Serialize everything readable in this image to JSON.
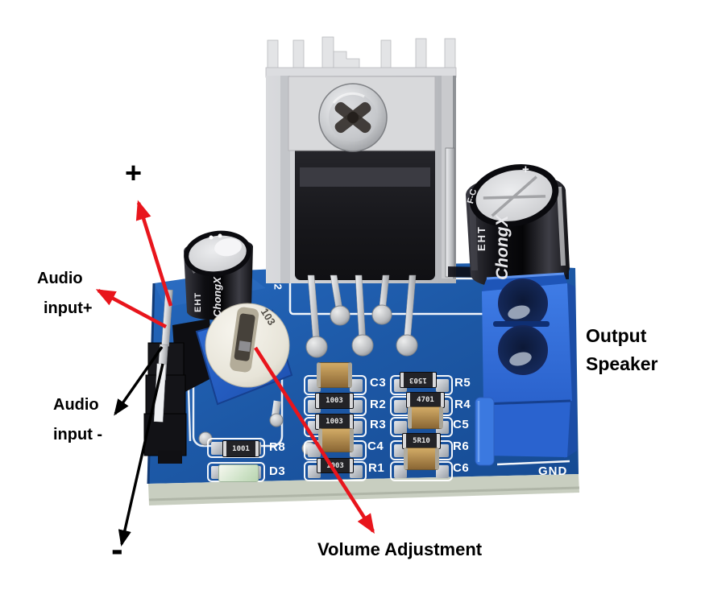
{
  "annotations": {
    "power_plus": "+",
    "power_minus": "-",
    "audio_input_plus": {
      "line1": "Audio",
      "line2": "input+"
    },
    "audio_input_minus": {
      "line1": "Audio",
      "line2": "input -"
    },
    "volume_adjustment": "Volume Adjustment",
    "output_speaker": {
      "line1": "Output",
      "line2": "Speaker"
    }
  },
  "board": {
    "gnd_label": "GND",
    "pin_row_marker": "2",
    "smd_left": [
      {
        "label": "C3"
      },
      {
        "label": "R2",
        "code": "1003"
      },
      {
        "label": "R3",
        "code": "1003"
      },
      {
        "label": "C4"
      },
      {
        "label": "R1",
        "code": "1003"
      }
    ],
    "smd_right": [
      {
        "label": "R5",
        "code": "1503"
      },
      {
        "label": "R4",
        "code": "4701"
      },
      {
        "label": "C5"
      },
      {
        "label": "R6",
        "code": "5R10"
      },
      {
        "label": "C6"
      }
    ],
    "r8": {
      "label": "R8",
      "code": "1001"
    },
    "d3": {
      "label": "D3"
    },
    "potentiometer_code": "103",
    "capacitor_large": {
      "brand": "ChongX",
      "series": "EHT",
      "mark": "F-C",
      "vent": "+"
    },
    "capacitor_small": {
      "brand": "ChongX",
      "series": "EHT"
    }
  },
  "colors": {
    "pcb_blue": "#1d59a7",
    "terminal_blue": "#2f6fd8",
    "arrow_red": "#e8151c",
    "annotation_black": "#000000",
    "silkscreen_white": "#ffffff",
    "board_edge_strip": "#c8cec0",
    "heatsink_silver": "#d3d4d6"
  }
}
